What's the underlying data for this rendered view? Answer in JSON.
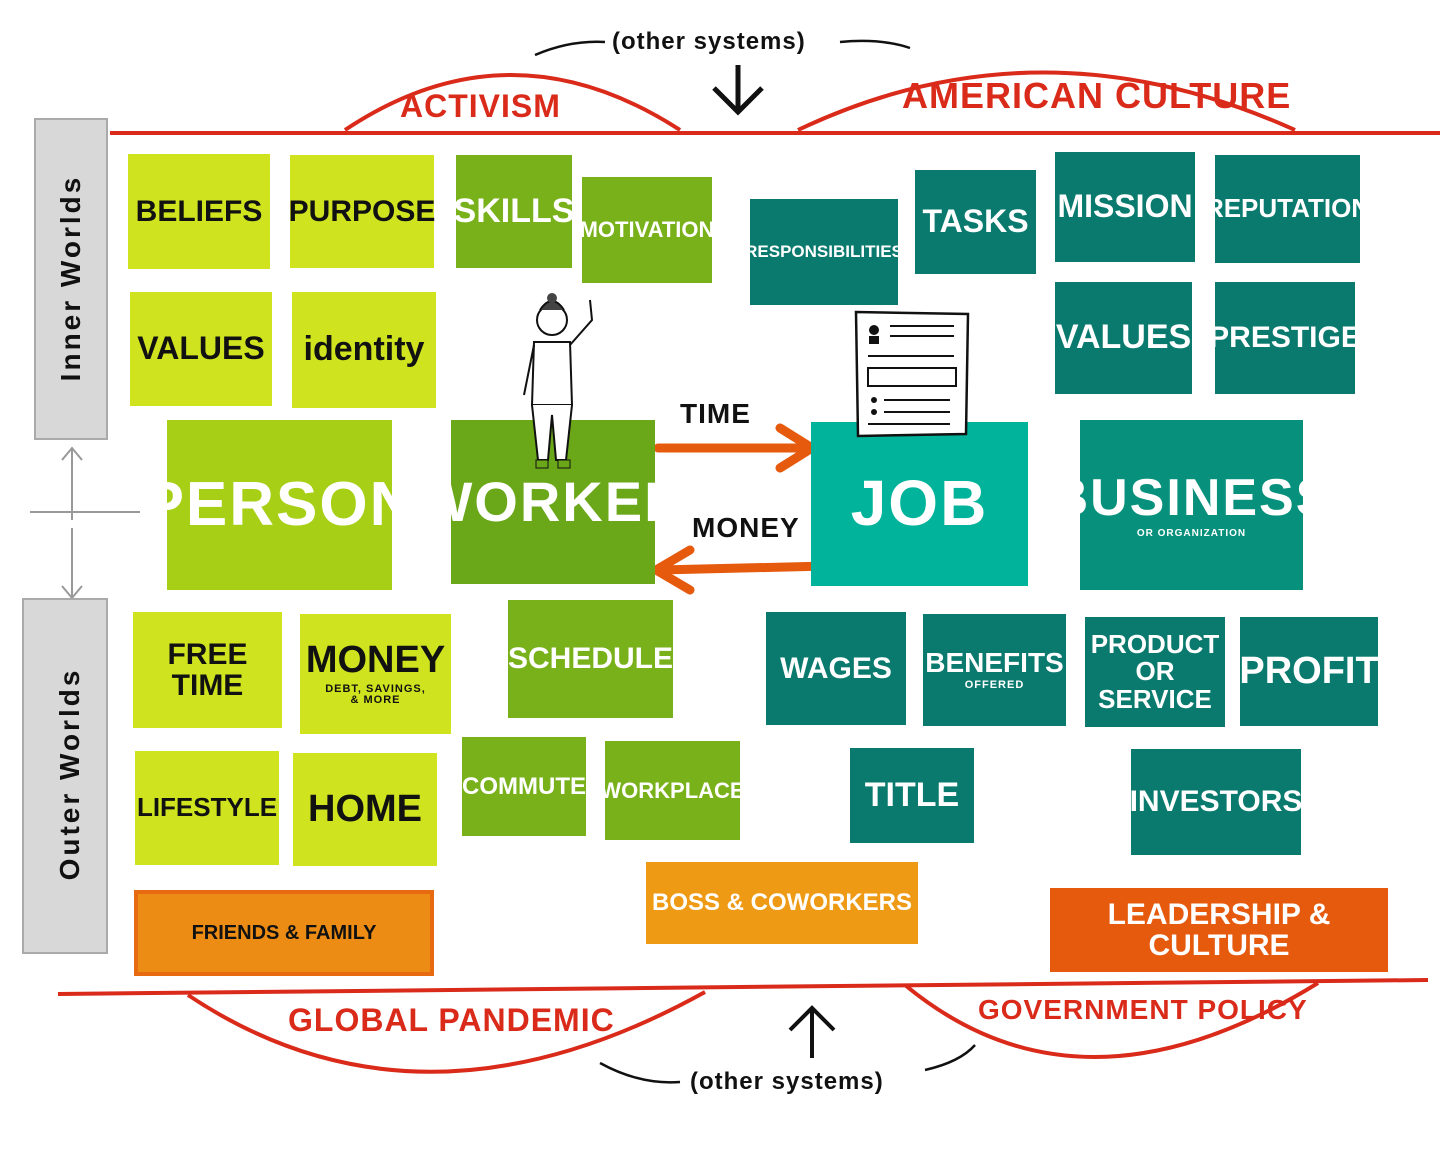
{
  "systems": {
    "top_left": "Activism",
    "top_right": "American Culture",
    "top_other": "(other systems)",
    "bottom_left": "Global Pandemic",
    "bottom_right": "Government Policy",
    "bottom_other": "(other systems)"
  },
  "side_labels": {
    "inner": "Inner Worlds",
    "outer": "Outer Worlds"
  },
  "person_inner": [
    "Beliefs",
    "Purpose",
    "Values",
    "identity"
  ],
  "person": "Person",
  "worker": "Worker",
  "job": "Job",
  "business": "Business",
  "business_sub": "or organization",
  "arrows": {
    "time": "Time",
    "money": "Money"
  },
  "worker_inner": [
    "Skills",
    "Motivation"
  ],
  "job_inner": [
    "Responsibilities",
    "Tasks"
  ],
  "business_inner": [
    "Mission",
    "Reputation",
    "Values",
    "Prestige"
  ],
  "person_outer": {
    "free_time": "Free Time",
    "money": "Money",
    "money_sub": "debt, savings, & more",
    "lifestyle": "Lifestyle",
    "home": "Home",
    "friends": "Friends & Family"
  },
  "worker_outer": {
    "schedule": "Schedule",
    "commute": "Commute",
    "workplace": "Workplace",
    "boss": "Boss & Coworkers"
  },
  "job_outer": {
    "wages": "Wages",
    "benefits": "Benefits",
    "benefits_sub": "offered",
    "title": "Title"
  },
  "business_outer": {
    "product": "Product or Service",
    "profit": "Profit",
    "investors": "Investors",
    "leadership": "Leadership & Culture"
  },
  "colors": {
    "lime": "#cfe41f",
    "green": "#79b11b",
    "teal": "#0a7a6e",
    "aqua": "#00b39a",
    "orange": "#ec8c15",
    "red": "#d92a1a"
  }
}
